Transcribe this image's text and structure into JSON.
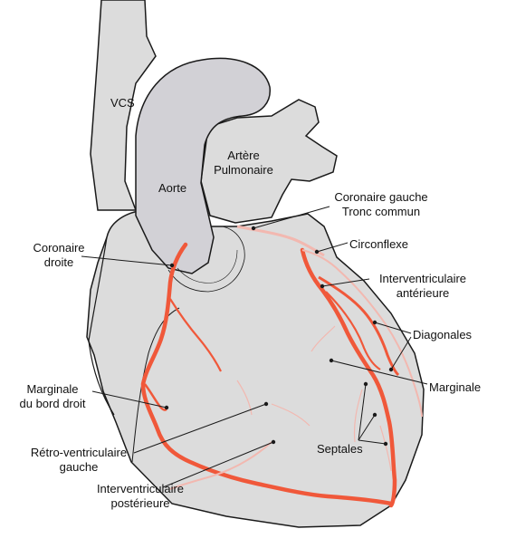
{
  "labels": {
    "vcs": "VCS",
    "aorte": "Aorte",
    "pulmonaire": [
      "Artère",
      "Pulmonaire"
    ],
    "coronaire_gauche": [
      "Coronaire gauche",
      "Tronc commun"
    ],
    "circonflexe": "Circonflexe",
    "interventriculaire_anterieure": [
      "Interventriculaire",
      "antérieure"
    ],
    "coronaire_droite": [
      "Coronaire",
      "droite"
    ],
    "diagonales": "Diagonales",
    "marginale": "Marginale",
    "marginale_bord_droit": [
      "Marginale",
      "du bord droit"
    ],
    "septales": "Septales",
    "retro_ventriculaire": [
      "Rétro-ventriculaire",
      "gauche"
    ],
    "interventriculaire_posterieure": [
      "Interventriculaire",
      "postérieure"
    ]
  },
  "colors": {
    "tissue": "#dcdcdc",
    "vessel": "#cfcfd3",
    "outline": "#1a1a1a",
    "artery": "#f0583a",
    "faint_artery": "#f2b8b0"
  }
}
